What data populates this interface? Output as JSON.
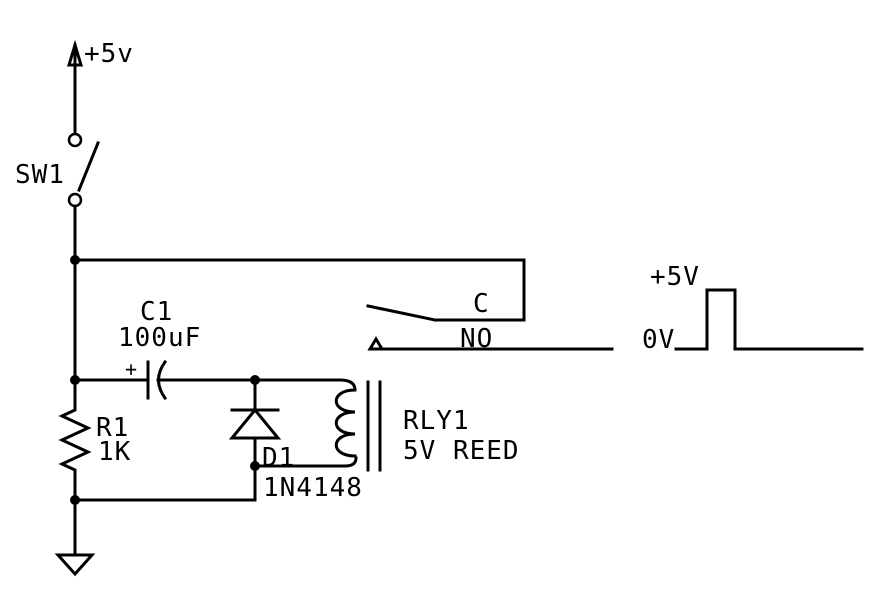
{
  "supply": {
    "label": "+5v"
  },
  "switch": {
    "ref": "SW1"
  },
  "capacitor": {
    "ref": "C1",
    "value": "100uF",
    "polarity": "+"
  },
  "resistor": {
    "ref": "R1",
    "value": "1K"
  },
  "diode": {
    "ref": "D1",
    "part": "1N4148"
  },
  "relay": {
    "ref": "RLY1",
    "type": "5V REED",
    "common_label": "C",
    "no_label": "NO"
  },
  "pulse": {
    "high_label": "+5V",
    "low_label": "0V"
  },
  "colors": {
    "ink": "#000000",
    "background": "#ffffff"
  }
}
